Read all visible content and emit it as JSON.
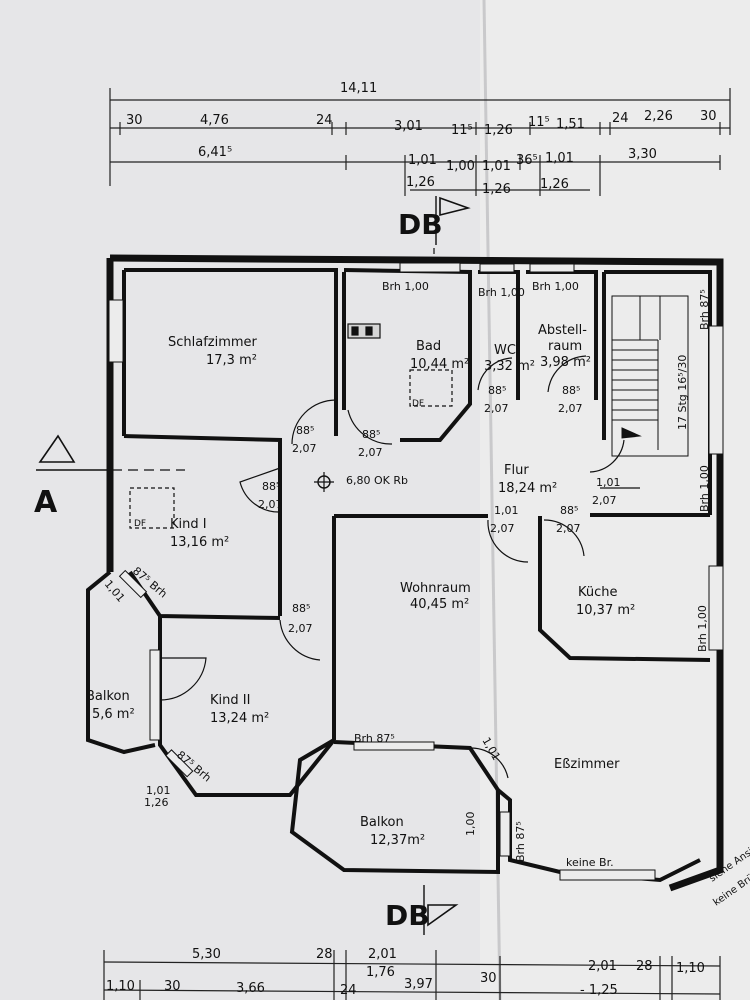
{
  "dimensions_top": {
    "overall": "14,11",
    "row2": [
      "30",
      "4,76",
      "24",
      "3,01",
      "11⁵",
      "1,26",
      "11⁵",
      "1,51",
      "24",
      "2,26",
      "30"
    ],
    "row3": [
      "6,41⁵",
      "1,01",
      "1,00",
      "1,01",
      "36⁵",
      "1,01",
      "3,30"
    ],
    "row4": [
      "1,26",
      "1,26",
      "1,26"
    ]
  },
  "dimensions_bottom": {
    "row1": [
      "5,30",
      "28",
      "2,01",
      "2,01",
      "28",
      "1,10"
    ],
    "row2": [
      "1,10",
      "30",
      "3,66",
      "24",
      "1,76",
      "3,97",
      "30",
      "- 1,25"
    ]
  },
  "section_markers": {
    "top": "DB",
    "bottom": "DB",
    "left": "A"
  },
  "rooms": [
    {
      "name": "Schlafzimmer",
      "area": "17,3 m²"
    },
    {
      "name": "Bad",
      "area": "10,44 m²"
    },
    {
      "name": "WC",
      "area": "3,32 m²"
    },
    {
      "name": "Abstell-",
      "name2": "raum",
      "area": "3,98 m²"
    },
    {
      "name": "Kind I",
      "area": "13,16 m²"
    },
    {
      "name": "Flur",
      "area": "18,24 m²"
    },
    {
      "name": "Wohnraum",
      "area": "40,45 m²"
    },
    {
      "name": "Küche",
      "area": "10,37 m²"
    },
    {
      "name": "Balkon",
      "area": "5,6 m²"
    },
    {
      "name": "Kind II",
      "area": "13,24 m²"
    },
    {
      "name": "Eßzimmer",
      "area": ""
    },
    {
      "name": "Balkon",
      "area": "12,37m²"
    }
  ],
  "annotations": {
    "brh_bad": "Brh 1,00",
    "brh_wc": "Brh 1,00",
    "brh_abst": "Brh 1,00",
    "brh_stair": "Brh 87⁵",
    "brh_stair2": "Brh 1,00",
    "brh_kind1": "87⁵ Brh",
    "brh_kind2": "87⁵ Brh",
    "brh_kueche": "Brh 1,00",
    "brh_wohn": "Brh 87⁵",
    "brh_ess": "Brh 87⁵",
    "level": "6,80 OK Rb",
    "stairs": "17 Stg 16⁵/30",
    "df1": "DF",
    "df2": "DF",
    "keine_br": "keine Br.",
    "siehe": "siehe Ansicht",
    "keine_brue": "keine Brü",
    "d_885": "88⁵",
    "d_207": "2,07",
    "d_101": "1,01",
    "d_126": "1,26",
    "d_100": "1,00"
  }
}
